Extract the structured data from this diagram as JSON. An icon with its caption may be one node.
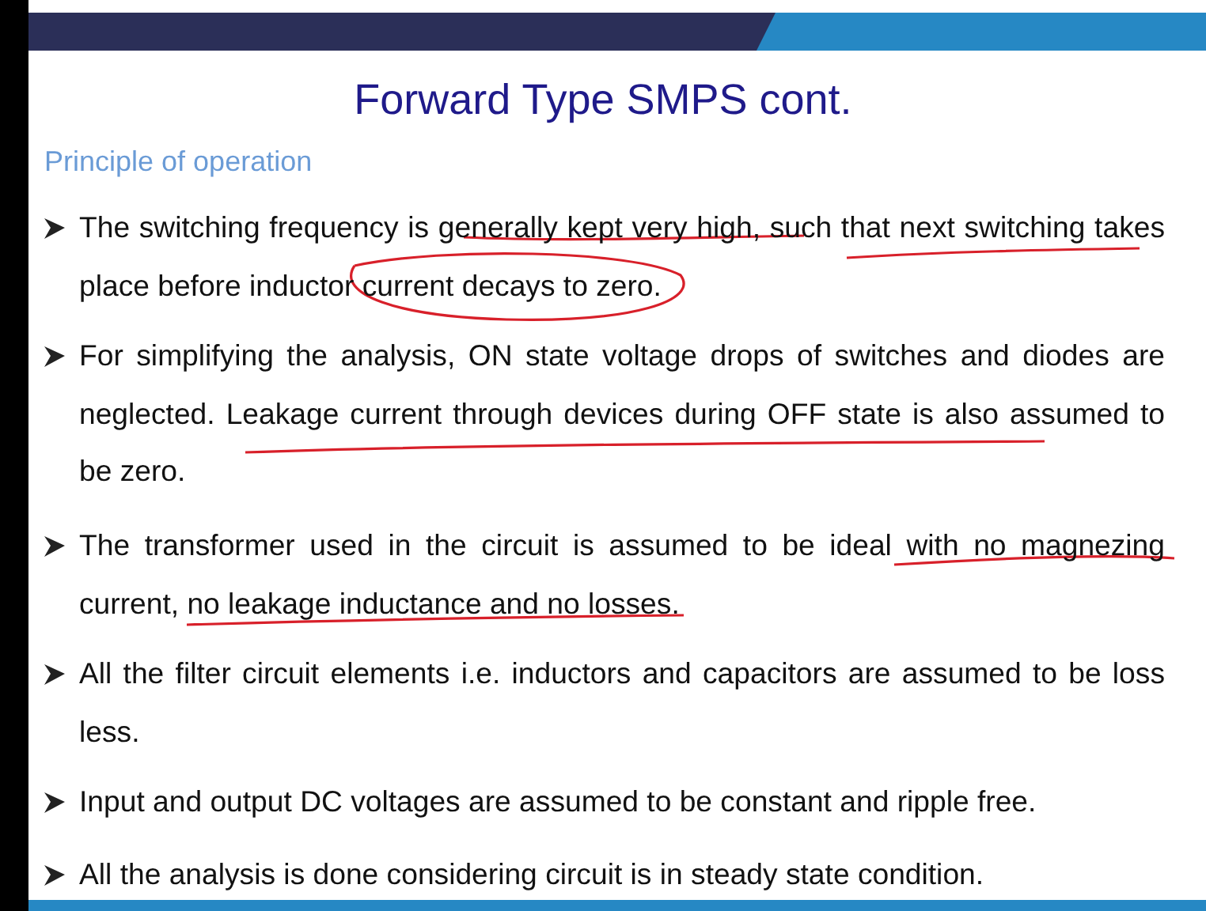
{
  "diagram": {
    "title": "Forward Type SMPS cont.",
    "labels": [
      "Principle of operation",
      "The switching frequency is generally kept very high, such that next switching takes place before inductor current decays to zero.",
      "For simplifying the analysis, ON state voltage drops of switches and diodes are neglected. Leakage current through devices during OFF state is also assumed to be zero.",
      "The transformer used in the circuit is assumed to be ideal with no magnezing current, no leakage inductance and no losses.",
      "All the filter circuit elements i.e. inductors and capacitors are assumed to be loss less.",
      "Input and output DC voltages are assumed to be constant and ripple free.",
      "All the analysis is done considering circuit is in steady state condition."
    ]
  }
}
